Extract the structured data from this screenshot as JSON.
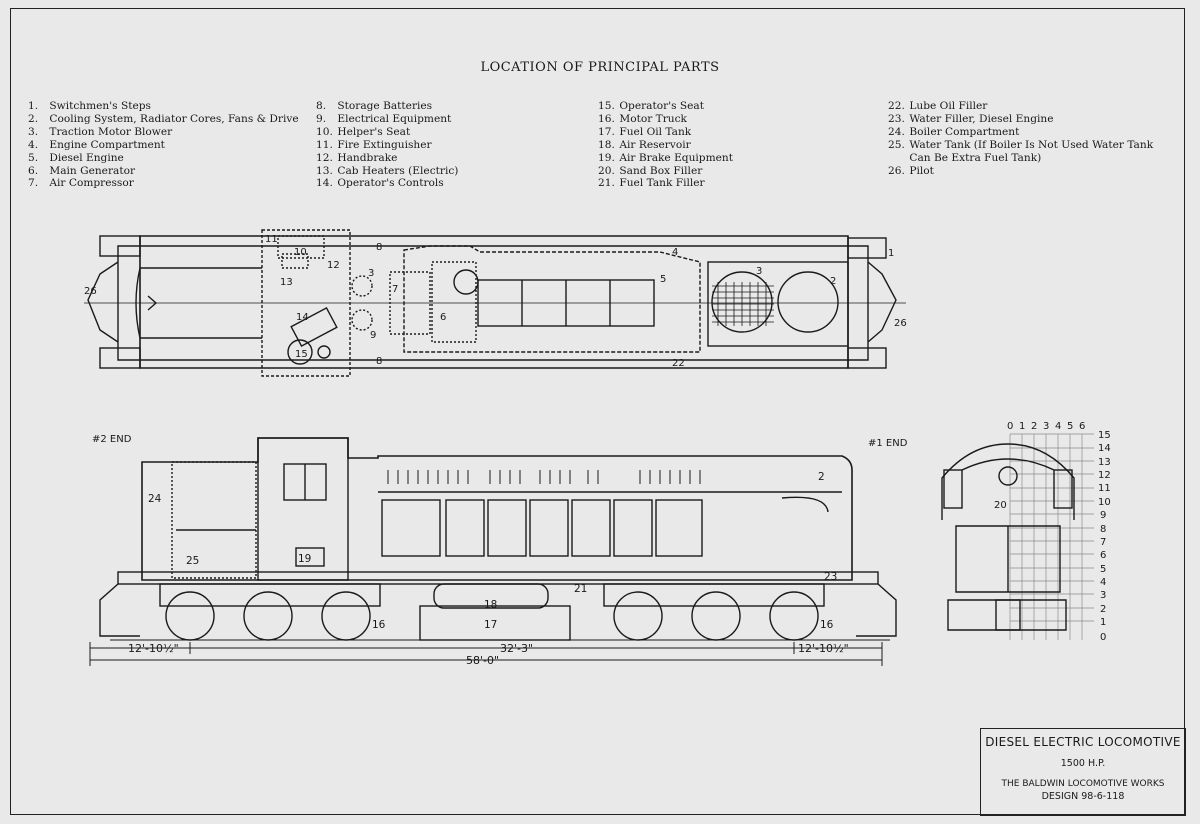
{
  "title": "LOCATION OF PRINCIPAL PARTS",
  "legend": [
    [
      "1.",
      "Switchmen's Steps"
    ],
    [
      "2.",
      "Cooling System, Radiator Cores, Fans & Drive"
    ],
    [
      "3.",
      "Traction Motor Blower"
    ],
    [
      "4.",
      "Engine Compartment"
    ],
    [
      "5.",
      "Diesel Engine"
    ],
    [
      "6.",
      "Main Generator"
    ],
    [
      "7.",
      "Air Compressor"
    ],
    [
      "8.",
      "Storage Batteries"
    ],
    [
      "9.",
      "Electrical Equipment"
    ],
    [
      "10.",
      "Helper's Seat"
    ],
    [
      "11.",
      "Fire Extinguisher"
    ],
    [
      "12.",
      "Handbrake"
    ],
    [
      "13.",
      "Cab Heaters (Electric)"
    ],
    [
      "14.",
      "Operator's Controls"
    ],
    [
      "15.",
      "Operator's Seat"
    ],
    [
      "16.",
      "Motor Truck"
    ],
    [
      "17.",
      "Fuel Oil Tank"
    ],
    [
      "18.",
      "Air Reservoir"
    ],
    [
      "19.",
      "Air Brake Equipment"
    ],
    [
      "20.",
      "Sand Box Filler"
    ],
    [
      "21.",
      "Fuel Tank Filler"
    ],
    [
      "22.",
      "Lube Oil Filler"
    ],
    [
      "23.",
      "Water Filler, Diesel Engine"
    ],
    [
      "24.",
      "Boiler Compartment"
    ],
    [
      "25.",
      "Water Tank (If Boiler Is Not Used Water Tank"
    ],
    [
      "",
      "Can Be Extra Fuel Tank)"
    ],
    [
      "26.",
      "Pilot"
    ]
  ],
  "end_labels": {
    "left": "#2 END",
    "right": "#1 END"
  },
  "dimensions": {
    "truck_left": "12'-10½\"",
    "truck_centers": "32'-3\"",
    "truck_right": "12'-10½\"",
    "overall": "58'-0\""
  },
  "scale_top": [
    "0",
    "1",
    "2",
    "3",
    "4",
    "5",
    "6"
  ],
  "scale_side": [
    "15",
    "14",
    "13",
    "12",
    "11",
    "10",
    "9",
    "8",
    "7",
    "6",
    "5",
    "4",
    "3",
    "2",
    "1",
    "0"
  ],
  "callouts": {
    "plan": [
      "11",
      "10",
      "12",
      "13",
      "8",
      "3",
      "7",
      "9",
      "4",
      "5",
      "6",
      "14",
      "15",
      "8",
      "3",
      "2",
      "22",
      "26",
      "26",
      "1"
    ],
    "elevation": [
      "24",
      "25",
      "19",
      "2",
      "18",
      "17",
      "21",
      "23",
      "16",
      "16"
    ],
    "front": [
      "20"
    ]
  },
  "title_block": {
    "line1": "DIESEL ELECTRIC LOCOMOTIVE",
    "line2": "1500 H.P.",
    "line3": "THE BALDWIN LOCOMOTIVE WORKS",
    "line4": "DESIGN 98-6-118"
  }
}
